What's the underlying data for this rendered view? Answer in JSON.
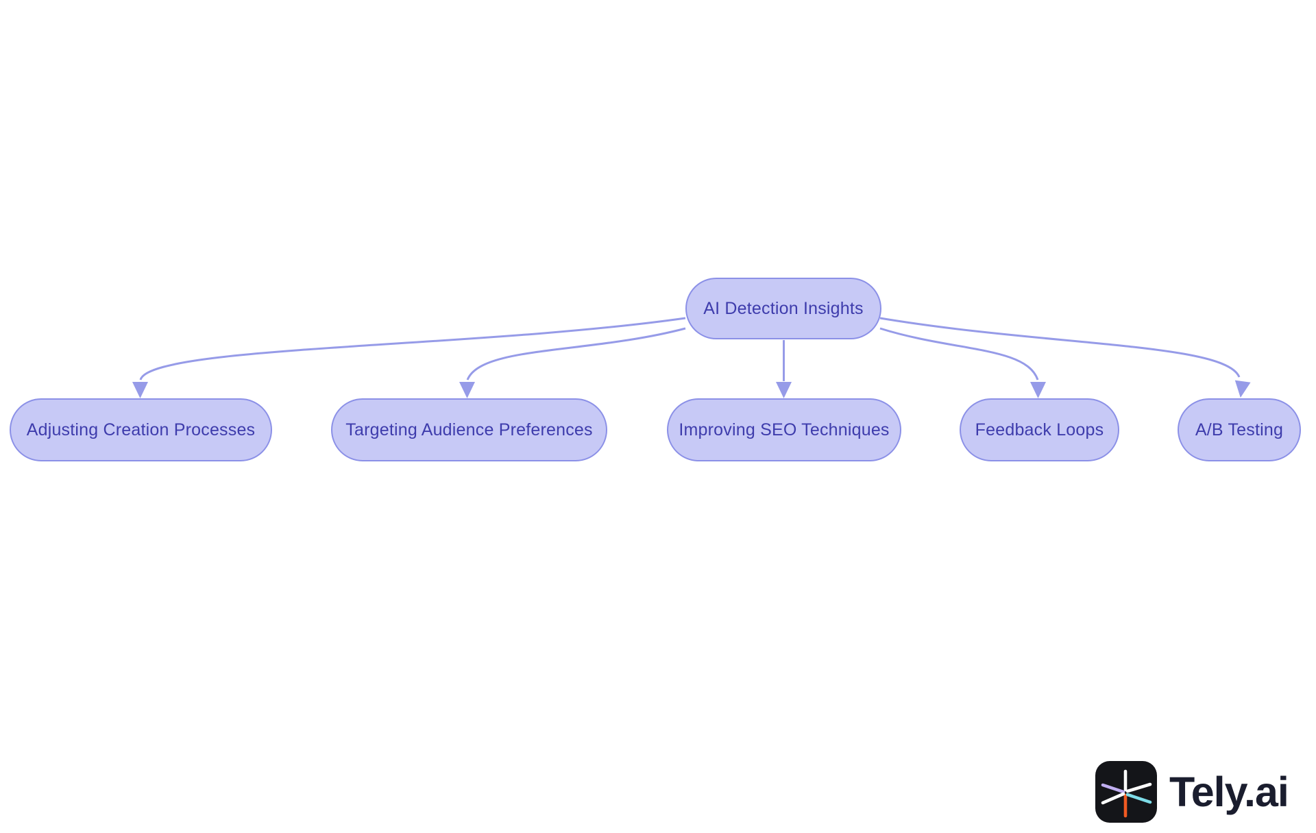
{
  "diagram": {
    "root": {
      "id": "ai-detection-insights",
      "label": "AI Detection Insights"
    },
    "children": [
      {
        "id": "adjusting-creation-processes",
        "label": "Adjusting Creation Processes"
      },
      {
        "id": "targeting-audience-preferences",
        "label": "Targeting Audience Preferences"
      },
      {
        "id": "improving-seo-techniques",
        "label": "Improving SEO Techniques"
      },
      {
        "id": "feedback-loops",
        "label": "Feedback Loops"
      },
      {
        "id": "ab-testing",
        "label": "A/B Testing"
      }
    ],
    "edges": [
      {
        "from": "ai-detection-insights",
        "to": "adjusting-creation-processes"
      },
      {
        "from": "ai-detection-insights",
        "to": "targeting-audience-preferences"
      },
      {
        "from": "ai-detection-insights",
        "to": "improving-seo-techniques"
      },
      {
        "from": "ai-detection-insights",
        "to": "feedback-loops"
      },
      {
        "from": "ai-detection-insights",
        "to": "ab-testing"
      }
    ],
    "colors": {
      "background": "#ffffff",
      "node_fill": "#c7c9f6",
      "node_border": "#8b90e7",
      "node_text": "#3e3cac",
      "edge": "#969be8"
    }
  },
  "brand": {
    "wordmark": "Tely.ai",
    "icon": "tely-star-icon",
    "colors": {
      "tile": "#141519",
      "text": "#1a1d2e",
      "spoke_white": "#ffffff",
      "spoke_orange": "#f15a22",
      "spoke_lavender": "#c0aef0",
      "spoke_cyan": "#7edce8"
    }
  }
}
